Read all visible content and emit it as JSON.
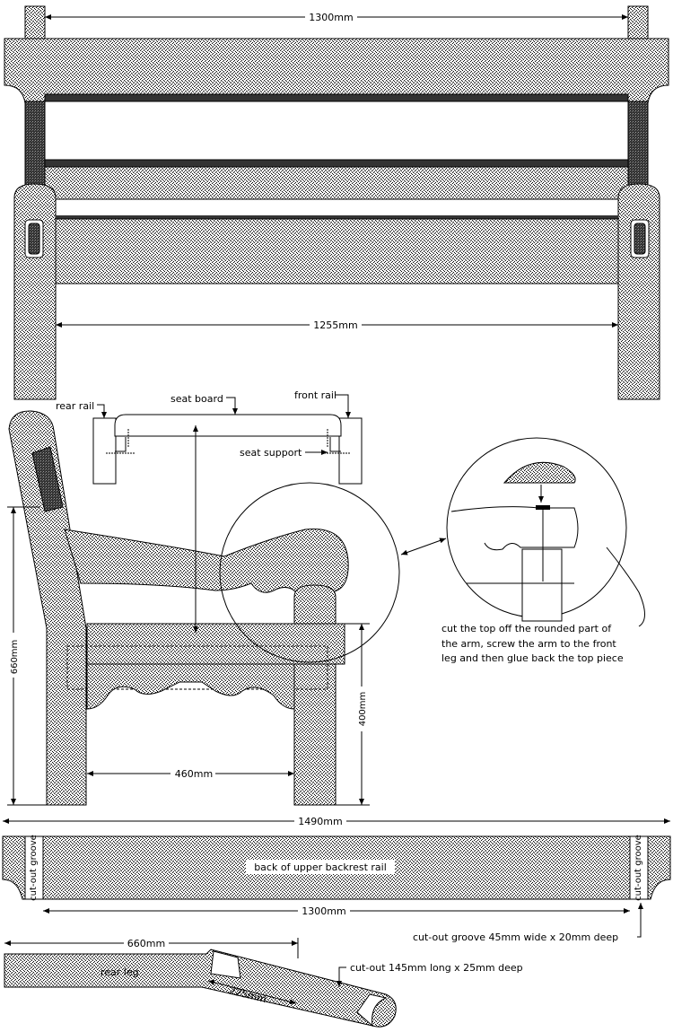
{
  "top_view": {
    "dim_overall": "1300mm",
    "dim_inner": "1255mm"
  },
  "side_view": {
    "label_rear_rail": "rear rail",
    "label_seat_board": "seat board",
    "label_front_rail": "front rail",
    "label_seat_support": "seat support",
    "dim_rear_height": "660mm",
    "dim_seat_height": "400mm",
    "dim_leg_span": "460mm",
    "note_line1": "cut the top off the rounded part of",
    "note_line2": "the arm, screw the arm to the front",
    "note_line3": "leg and then glue back the top piece"
  },
  "backrest_rail": {
    "dim_overall": "1490mm",
    "label": "back of upper backrest rail",
    "groove_label_left": "cut-out groove",
    "groove_label_right": "cut-out groove",
    "dim_between": "1300mm",
    "groove_note": "cut-out groove 45mm wide x 20mm deep"
  },
  "rear_leg": {
    "dim_length": "660mm",
    "label": "rear leg",
    "dim_cutout": "225mm",
    "cutout_note": "cut-out 145mm long x 25mm  deep"
  }
}
